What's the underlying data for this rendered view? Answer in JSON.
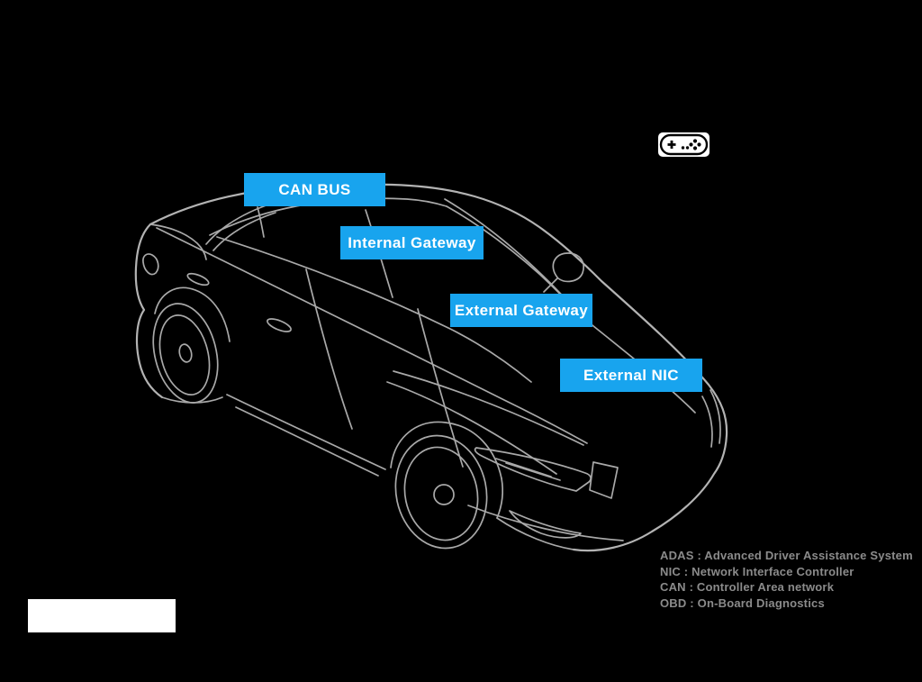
{
  "colors": {
    "background": "#000000",
    "callout_bg": "#18A4EE",
    "callout_text": "#FFFFFF",
    "car_line": "#A9A9A9",
    "legend_text": "#8B8B8B",
    "logo_block_bg": "#FFFFFF",
    "gamepad_icon_bg": "#FFFFFF",
    "gamepad_icon_glyph": "#000000"
  },
  "callouts": [
    {
      "text": "CAN BUS"
    },
    {
      "text": "Internal Gateway"
    },
    {
      "text": "External Gateway"
    },
    {
      "text": "External NIC"
    }
  ],
  "legend": {
    "lines": [
      "ADAS : Advanced Driver Assistance System",
      "NIC : Network Interface Controller",
      "CAN : Controller Area network",
      "OBD : On-Board Diagnostics"
    ]
  },
  "icons": {
    "gamepad": "game-controller-icon"
  }
}
